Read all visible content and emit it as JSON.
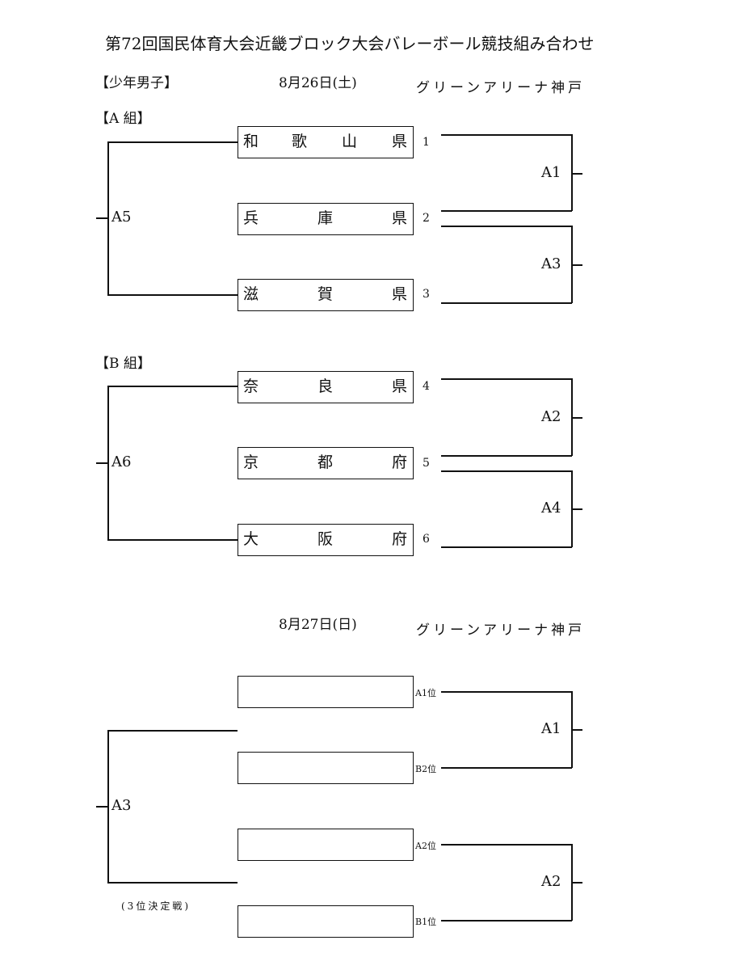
{
  "title": "第72回国民体育大会近畿ブロック大会バレーボール競技組み合わせ",
  "category": "【少年男子】",
  "day1": {
    "date": "8月26日(土)",
    "venue": "グリーンアリーナ神戸"
  },
  "day2": {
    "date": "8月27日(日)",
    "venue": "グリーンアリーナ神戸"
  },
  "groupA": {
    "label": "【A 組】",
    "node": "A5",
    "teams": [
      {
        "name": [
          "和",
          "歌",
          "山",
          "県"
        ],
        "num": "1"
      },
      {
        "name": [
          "兵",
          "庫",
          "県"
        ],
        "num": "2"
      },
      {
        "name": [
          "滋",
          "賀",
          "県"
        ],
        "num": "3"
      }
    ],
    "matches": [
      "A1",
      "A3"
    ]
  },
  "groupB": {
    "label": "【B 組】",
    "node": "A6",
    "teams": [
      {
        "name": [
          "奈",
          "良",
          "県"
        ],
        "num": "4"
      },
      {
        "name": [
          "京",
          "都",
          "府"
        ],
        "num": "5"
      },
      {
        "name": [
          "大",
          "阪",
          "府"
        ],
        "num": "6"
      }
    ],
    "matches": [
      "A2",
      "A4"
    ]
  },
  "final": {
    "node": "A3",
    "note": "(3位決定戦)",
    "slots": [
      "A1位",
      "B2位",
      "A2位",
      "B1位"
    ],
    "matches": [
      "A1",
      "A2"
    ]
  }
}
